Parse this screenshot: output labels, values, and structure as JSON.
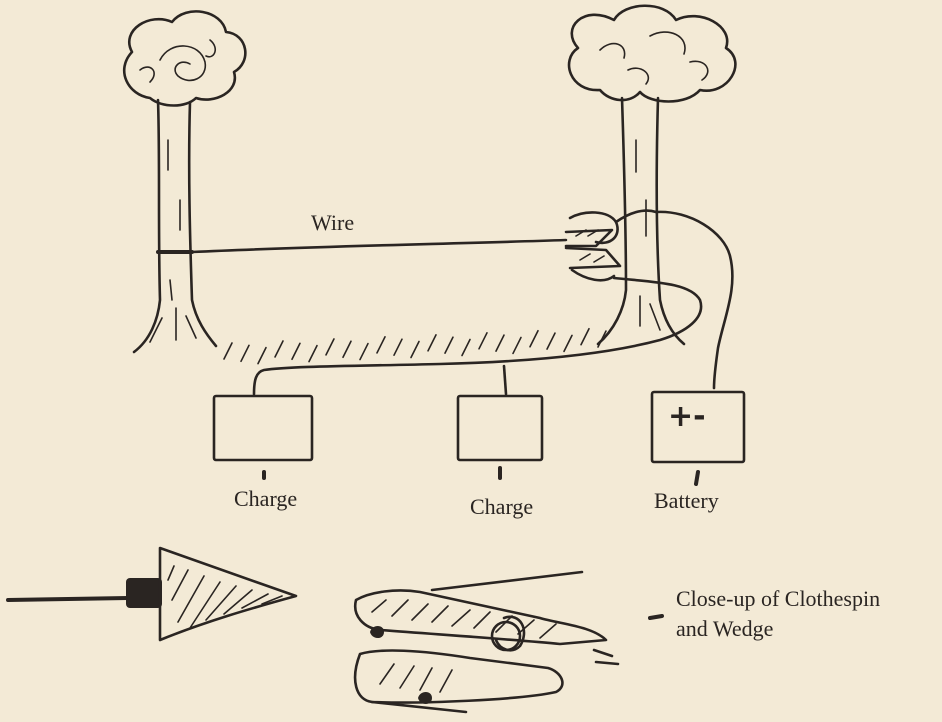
{
  "labels": {
    "wire": "Wire",
    "charge_left": "Charge",
    "charge_middle": "Charge",
    "battery": "Battery",
    "battery_terminals": "+-",
    "closeup_line1": "Close-up of Clothespin",
    "closeup_line2": "and Wedge"
  },
  "colors": {
    "ink": "#2a2522",
    "paper": "#f3ead6"
  }
}
